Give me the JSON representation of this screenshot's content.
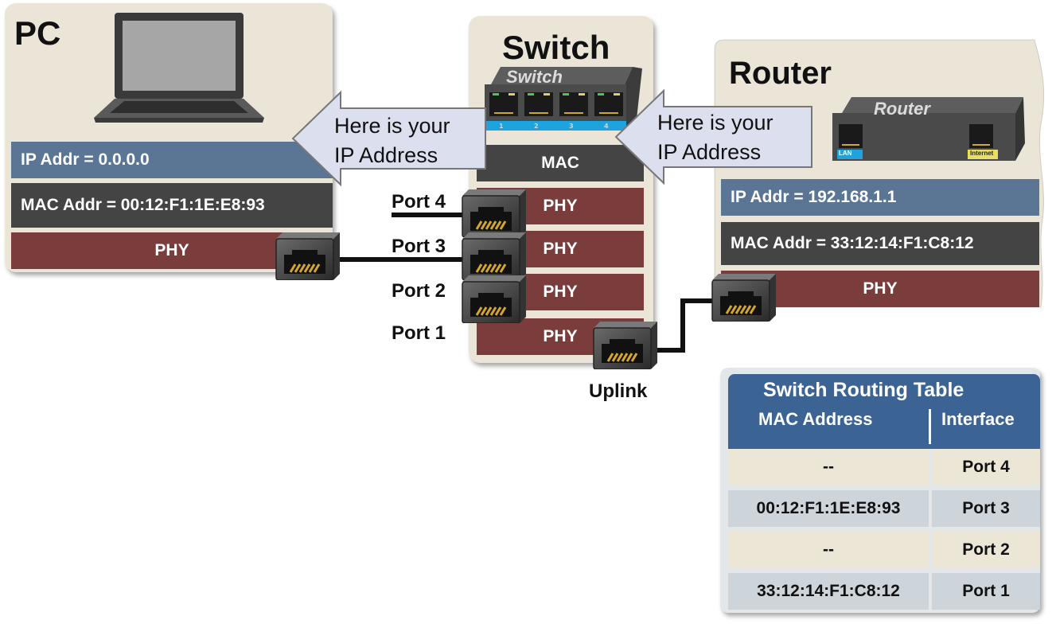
{
  "pc": {
    "title": "PC",
    "ip": "IP Addr = 0.0.0.0",
    "mac": "MAC Addr = 00:12:F1:1E:E8:93",
    "phy": "PHY"
  },
  "switch": {
    "title": "Switch",
    "device_label": "Switch",
    "device_ports": [
      "1",
      "2",
      "3",
      "4"
    ],
    "mac": "MAC",
    "phy": [
      "PHY",
      "PHY",
      "PHY",
      "PHY"
    ],
    "port_labels": [
      "Port 4",
      "Port 3",
      "Port 2",
      "Port 1"
    ],
    "uplink": "Uplink"
  },
  "router": {
    "title": "Router",
    "device_label": "Router",
    "lan_label": "LAN",
    "internet_label": "Internet",
    "ip": "IP Addr = 192.168.1.1",
    "mac": "MAC Addr = 33:12:14:F1:C8:12",
    "phy": "PHY"
  },
  "callouts": [
    {
      "line1": "Here is your",
      "line2": "IP Address"
    },
    {
      "line1": "Here is your",
      "line2": "IP Address"
    }
  ],
  "routing_table": {
    "title": "Switch Routing Table",
    "col_mac": "MAC Address",
    "col_interface": "Interface",
    "rows": [
      {
        "mac": "--",
        "interface": "Port 4"
      },
      {
        "mac": "00:12:F1:1E:E8:93",
        "interface": "Port 3"
      },
      {
        "mac": "--",
        "interface": "Port 2"
      },
      {
        "mac": "33:12:14:F1:C8:12",
        "interface": "Port 1"
      }
    ]
  },
  "colors": {
    "panel": "#eae5d6",
    "ip_bar": "#5b7595",
    "mac_bar": "#444444",
    "phy_bar": "#7b3c3c",
    "table_header": "#3b6494",
    "port_yellow": "#d4a62a"
  }
}
